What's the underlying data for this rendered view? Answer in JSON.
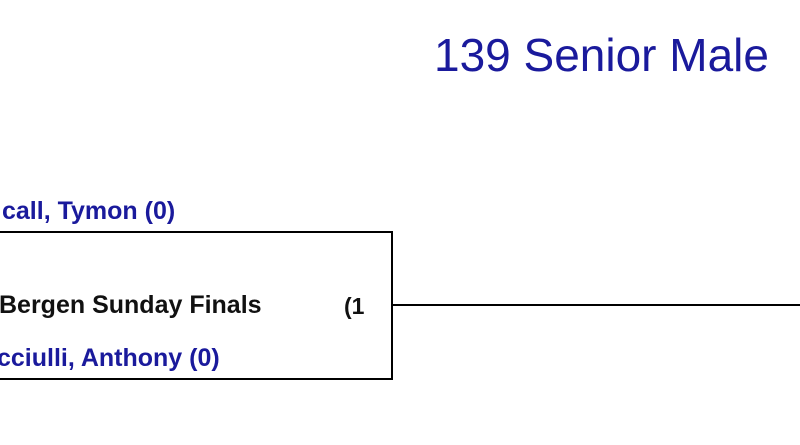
{
  "header": {
    "title": "139 Senior Male"
  },
  "bracket": {
    "top_competitor": "call, Tymon (0)",
    "event_name": "Bergen Sunday Finals",
    "match_number": "(1",
    "bottom_competitor": "cciulli, Anthony (0)"
  },
  "colors": {
    "title_blue": "#1a1a9c",
    "line_black": "#000000"
  }
}
